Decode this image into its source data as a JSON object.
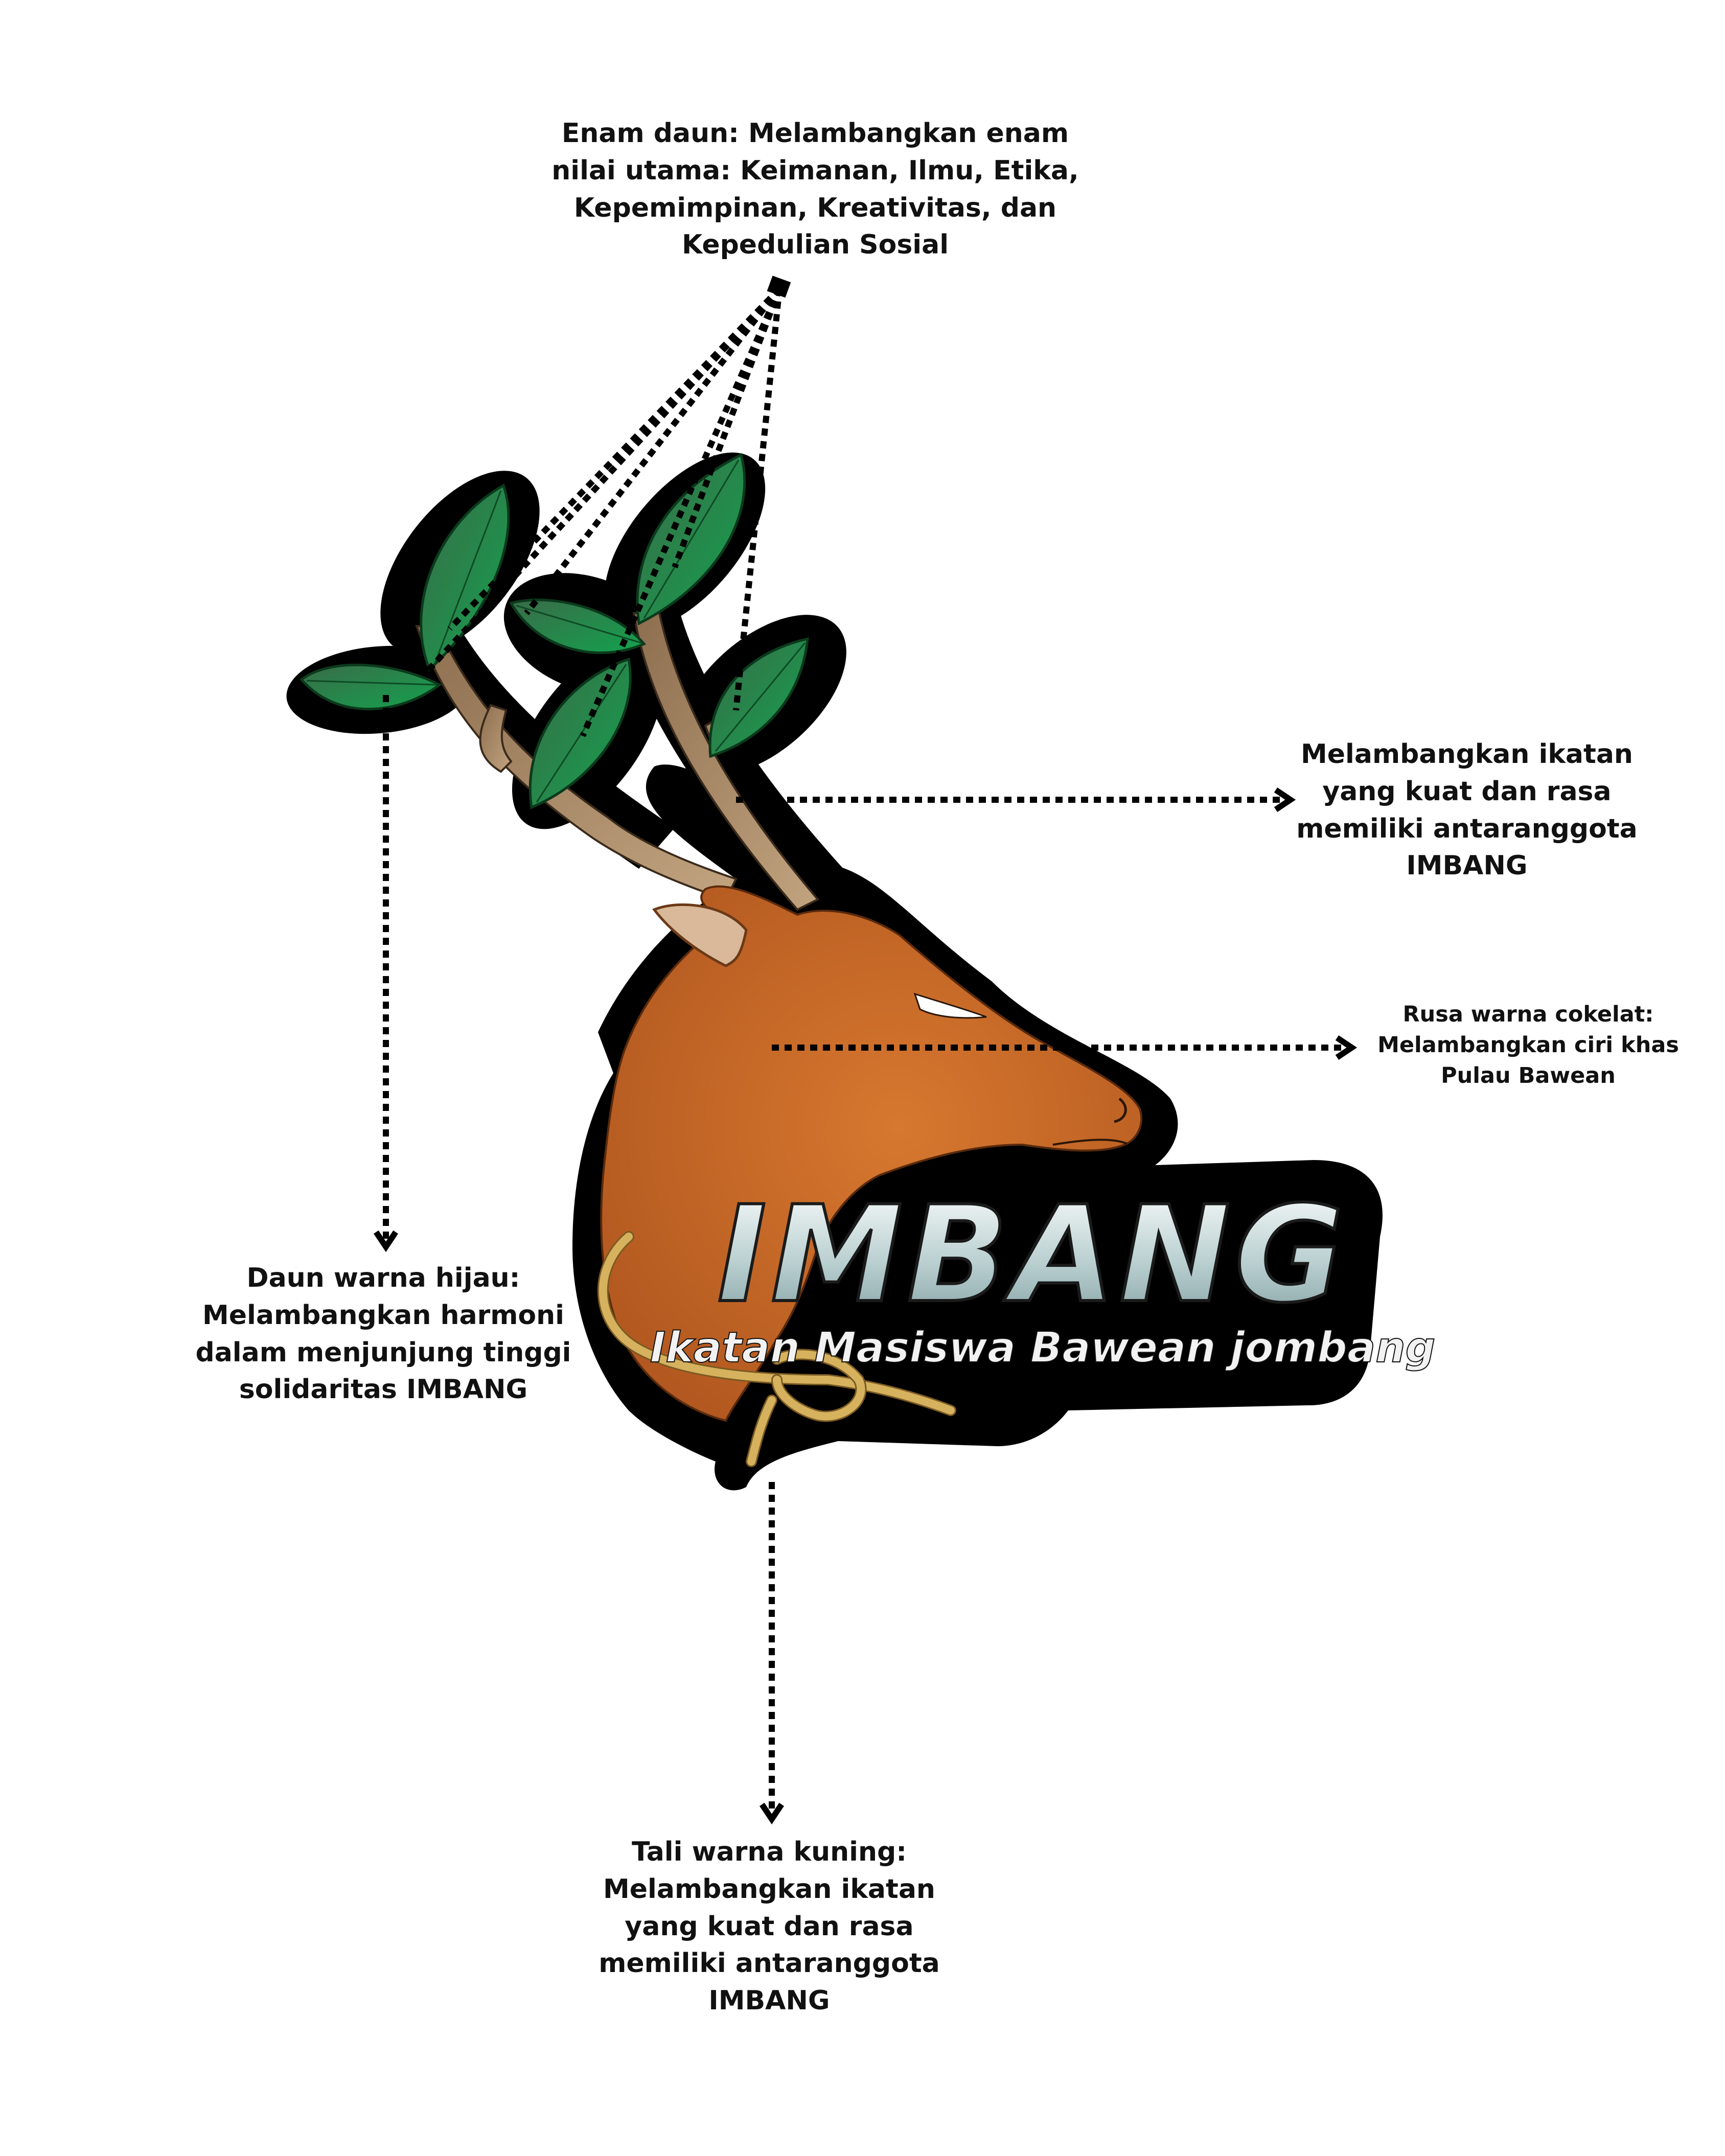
{
  "labels": {
    "six_leaves": "Enam daun: Melambangkan enam\nnilai utama: Keimanan, Ilmu, Etika,\nKepemimpinan, Kreativitas, dan\nKepedulian Sosial",
    "strong_bond": "Melambangkan ikatan\nyang kuat dan rasa\nmemiliki antaranggota\nIMBANG",
    "brown_deer": "Rusa warna cokelat:\nMelambangkan ciri khas\nPulau Bawean",
    "green_leaves": "Daun warna hijau:\nMelambangkan harmoni\ndalam menjunjung tinggi\nsolidaritas IMBANG",
    "yellow_rope": "Tali warna kuning:\nMelambangkan ikatan\nyang kuat dan rasa\nmemiliki antaranggota\nIMBANG"
  },
  "logo": {
    "title": "IMBANG",
    "subtitle": "Ikatan Masiswa Bawean jombang"
  },
  "colors": {
    "deer_brown": "#c8692a",
    "leaf_green": "#1f9a4c",
    "antler_tan": "#a88a66",
    "rope_yellow": "#d6b25e",
    "outline": "#000000",
    "text_dark": "#111111"
  }
}
